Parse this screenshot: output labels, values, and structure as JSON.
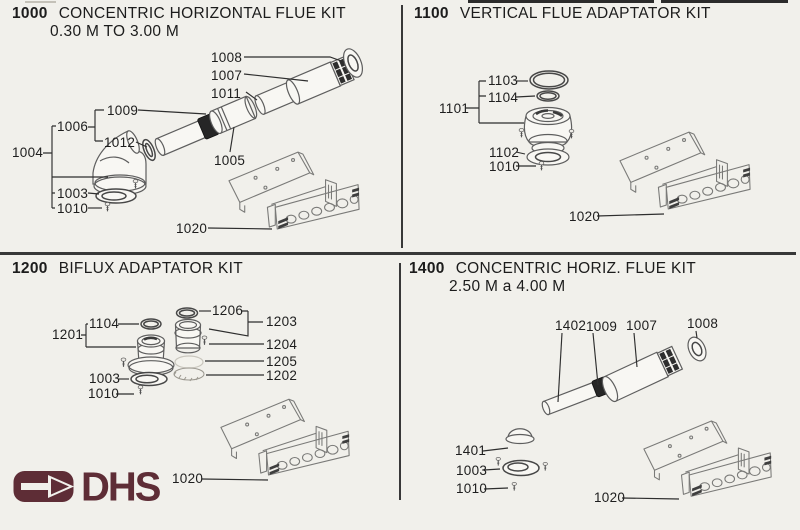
{
  "page": {
    "background_color": "#f1f0eb",
    "divider_color": "#383838",
    "drawing_line_color": "#5e5e5e",
    "label_text_color": "#1e1e1e"
  },
  "logo": {
    "text": "DHS",
    "color": "#5e2d36",
    "icon": "arrow-right-icon"
  },
  "panels": [
    {
      "kit_number": "1000",
      "title": "CONCENTRIC HORIZONTAL FLUE KIT",
      "subtitle": "0.30 M TO 3.00 M",
      "labels": {
        "p1008": "1008",
        "p1007": "1007",
        "p1011": "1011",
        "p1009": "1009",
        "p1006": "1006",
        "p1012": "1012",
        "p1004": "1004",
        "p1005": "1005",
        "p1003": "1003",
        "p1010": "1010",
        "p1020": "1020"
      }
    },
    {
      "kit_number": "1100",
      "title": "VERTICAL FLUE ADAPTATOR KIT",
      "labels": {
        "p1103": "1103",
        "p1104": "1104",
        "p1101": "1101",
        "p1102": "1102",
        "p1010": "1010",
        "p1020": "1020"
      }
    },
    {
      "kit_number": "1200",
      "title": "BIFLUX ADAPTATOR KIT",
      "labels": {
        "p1206": "1206",
        "p1104": "1104",
        "p1201": "1201",
        "p1203": "1203",
        "p1204": "1204",
        "p1205": "1205",
        "p1202": "1202",
        "p1003": "1003",
        "p1010": "1010",
        "p1020": "1020"
      }
    },
    {
      "kit_number": "1400",
      "title": "CONCENTRIC HORIZ. FLUE KIT",
      "subtitle": "2.50 M a 4.00 M",
      "labels": {
        "p1402": "1402",
        "p1009": "1009",
        "p1007": "1007",
        "p1008": "1008",
        "p1401": "1401",
        "p1003": "1003",
        "p1010": "1010",
        "p1020": "1020"
      }
    }
  ]
}
